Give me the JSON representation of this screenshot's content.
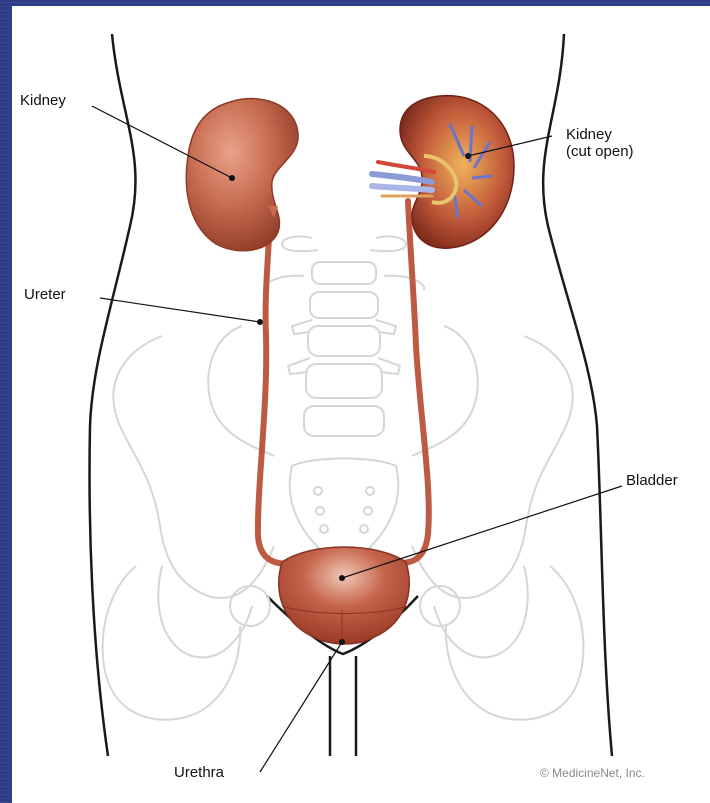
{
  "labels": {
    "kidney_left": "Kidney",
    "kidney_right_line1": "Kidney",
    "kidney_right_line2": "(cut open)",
    "ureter": "Ureter",
    "bladder": "Bladder",
    "urethra": "Urethra"
  },
  "copyright": "© MedicineNet, Inc.",
  "colors": {
    "background": "#2f3c88",
    "panel": "#ffffff",
    "organ": "#b0503a",
    "organ_light": "#e5a088",
    "bone_outline": "#cfcfcf",
    "body_outline": "#1a1a1a"
  }
}
